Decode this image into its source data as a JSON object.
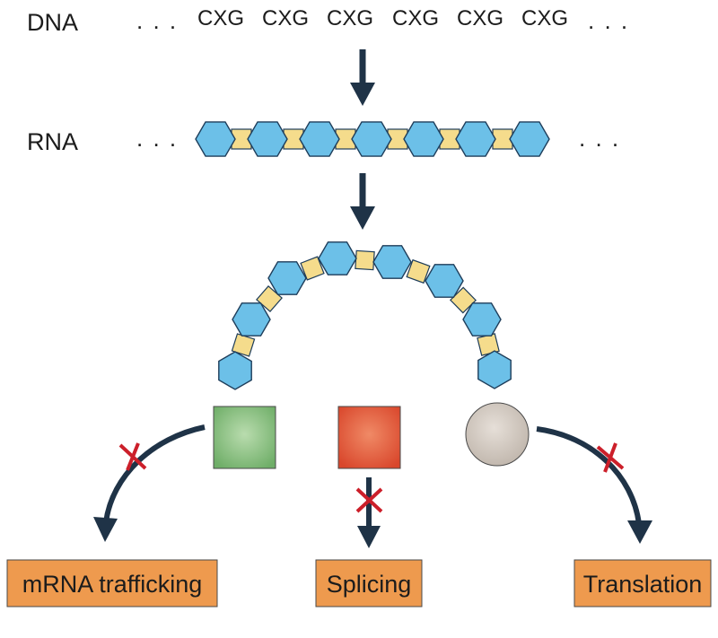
{
  "dna": {
    "label": "DNA",
    "ellipsis_left": ". . .",
    "codons": [
      "CXG",
      "CXG",
      "CXG",
      "CXG",
      "CXG",
      "CXG"
    ],
    "ellipsis_right": ". . ."
  },
  "rna": {
    "label": "RNA",
    "ellipsis_left": ". . .",
    "ellipsis_right": ". . ."
  },
  "outcomes": [
    {
      "label": "mRNA trafficking"
    },
    {
      "label": "Splicing"
    },
    {
      "label": "Translation"
    }
  ],
  "colors": {
    "hexagon_fill": "#6cc0e8",
    "hexagon_stroke": "#1e3d5a",
    "linker_fill": "#f5dc8c",
    "arrow": "#1f3347",
    "inhibit_mark": "#cc1f2a",
    "outcome_box": "#ee9a4e",
    "green_protein": "#85c07e",
    "red_protein": "#e45a3c",
    "grey_protein": "#cfc6bd"
  }
}
